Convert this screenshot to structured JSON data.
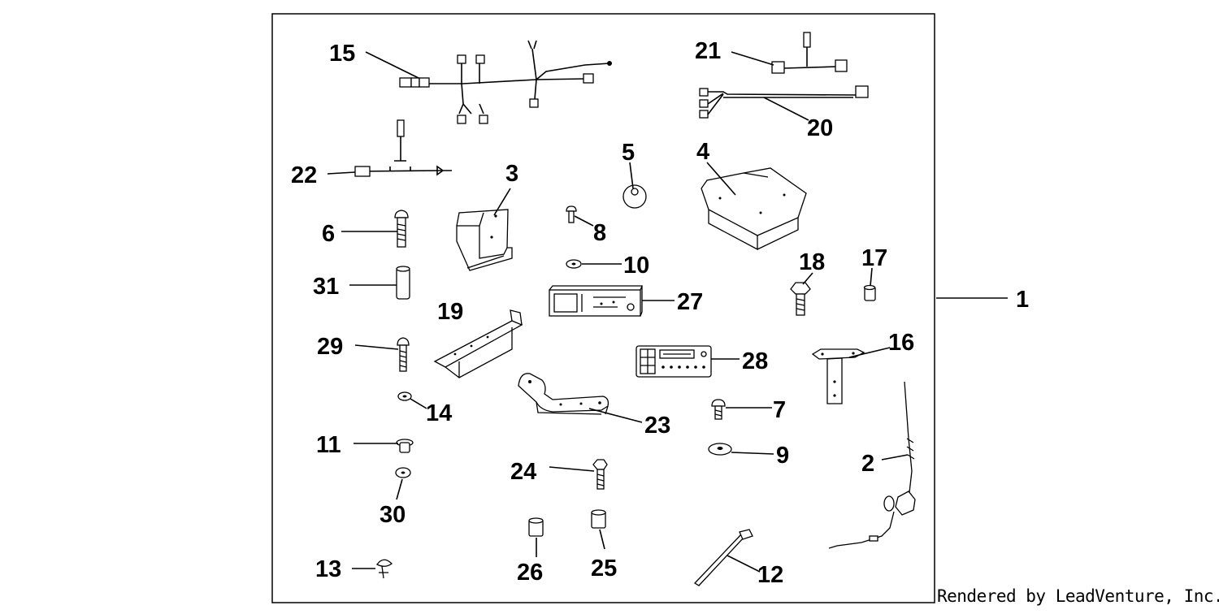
{
  "diagram": {
    "callouts": {
      "c1": "1",
      "c2": "2",
      "c3": "3",
      "c4": "4",
      "c5": "5",
      "c6": "6",
      "c7": "7",
      "c8": "8",
      "c9": "9",
      "c10": "10",
      "c11": "11",
      "c12": "12",
      "c13": "13",
      "c14": "14",
      "c15": "15",
      "c16": "16",
      "c17": "17",
      "c18": "18",
      "c19": "19",
      "c20": "20",
      "c21": "21",
      "c22": "22",
      "c23": "23",
      "c24": "24",
      "c25": "25",
      "c26": "26",
      "c27": "27",
      "c28": "28",
      "c29": "29",
      "c30": "30",
      "c31": "31"
    }
  },
  "credit": "Rendered by LeadVenture, Inc."
}
